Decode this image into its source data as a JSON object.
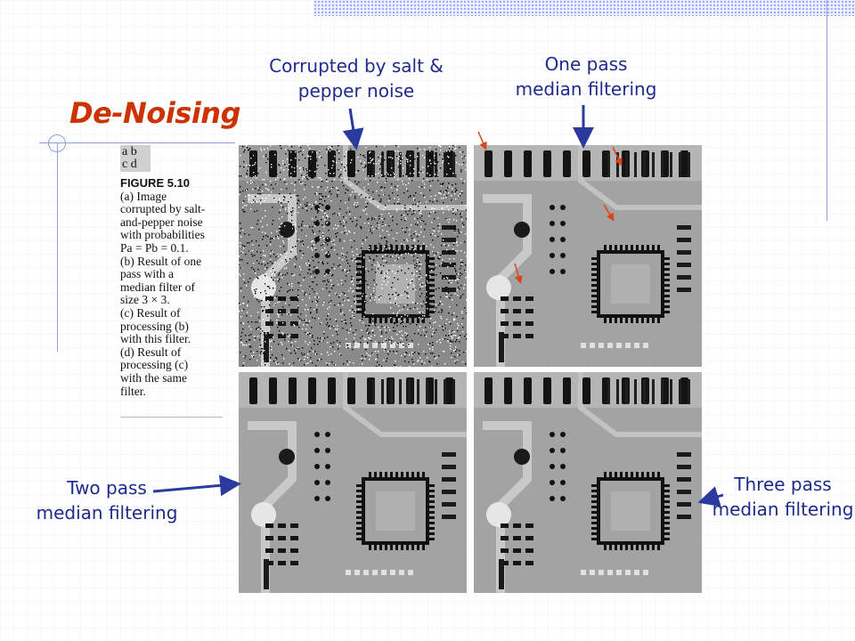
{
  "slide": {
    "title": "De-Noising",
    "colors": {
      "title": "#cc3300",
      "label": "#1f2a8a",
      "arrow": "#2b3a9e",
      "red_arrow": "#d9461a"
    }
  },
  "labels": {
    "corrupted": [
      "Corrupted by salt &",
      "pepper noise"
    ],
    "one_pass": [
      "One pass",
      "median filtering"
    ],
    "two_pass": [
      "Two pass",
      "median filtering"
    ],
    "three_pass": [
      "Three pass",
      "median filtering"
    ]
  },
  "figure_caption": {
    "ab_row1": "a  b",
    "ab_row2": "c  d",
    "heading": "FIGURE 5.10",
    "lines": [
      "(a) Image",
      "corrupted by salt-",
      "and-pepper noise",
      "with probabilities",
      "Pa = Pb = 0.1.",
      "(b) Result of one",
      "pass with a",
      "median filter of",
      "size 3 × 3.",
      "(c) Result of",
      "processing (b)",
      "with this filter.",
      "(d) Result of",
      "processing (c)",
      "with the same",
      "filter."
    ]
  },
  "panels": [
    {
      "id": "a",
      "description_icon": "circuit-board-noisy"
    },
    {
      "id": "b",
      "description_icon": "circuit-board-filtered"
    },
    {
      "id": "c",
      "description_icon": "circuit-board-filtered"
    },
    {
      "id": "d",
      "description_icon": "circuit-board-filtered"
    }
  ]
}
